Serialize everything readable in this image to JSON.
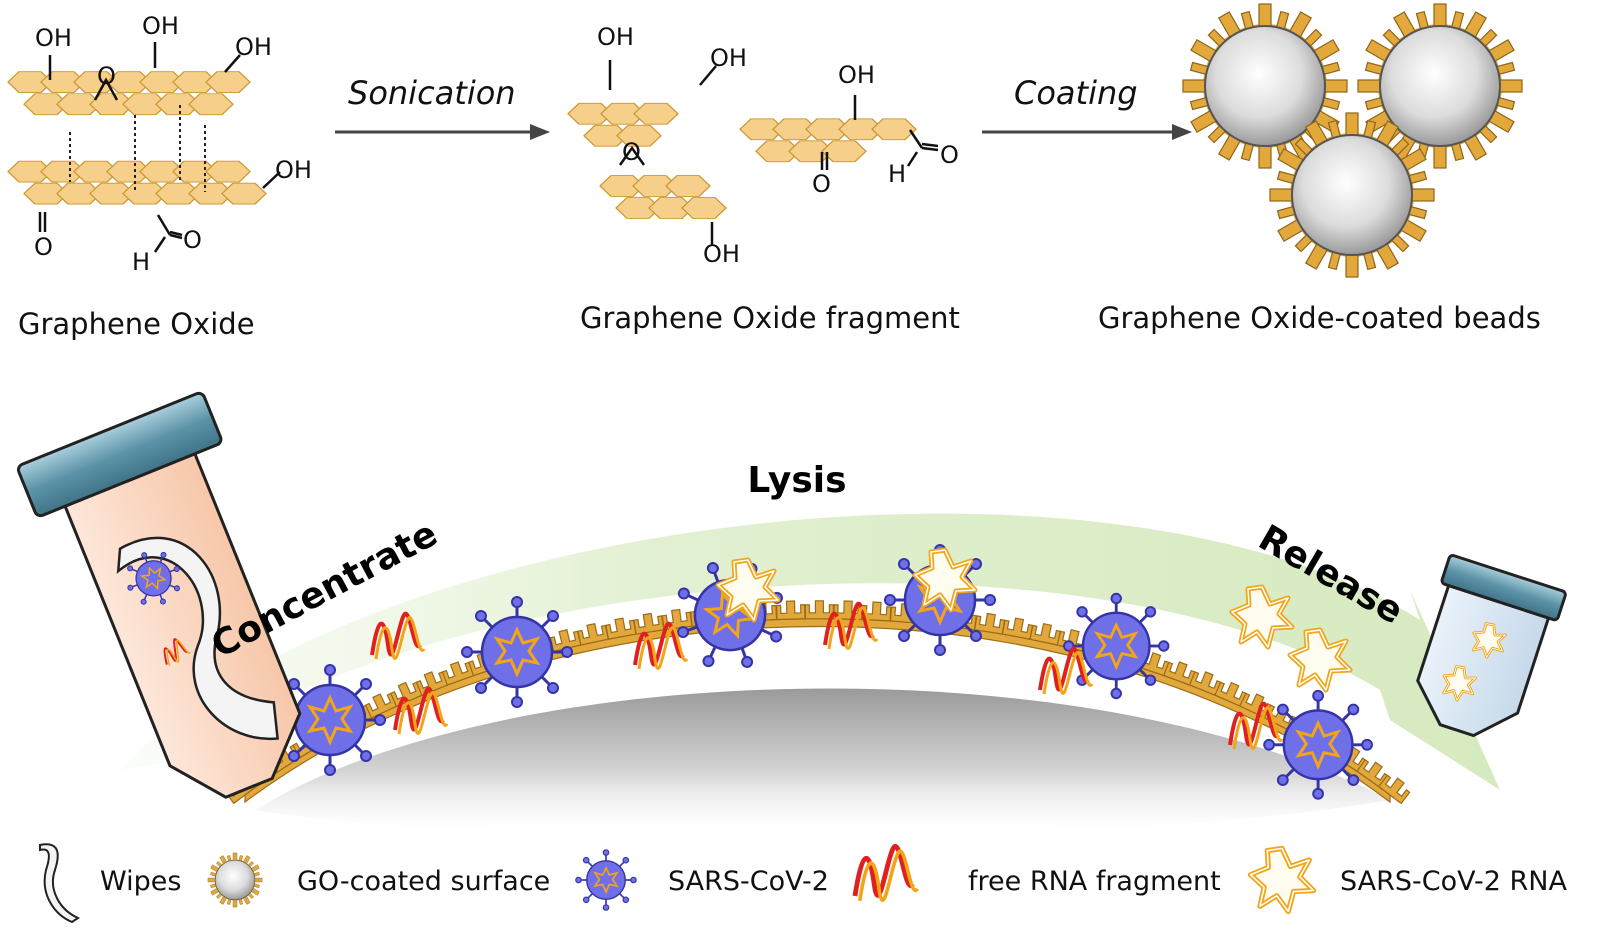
{
  "top_row": {
    "graphene_oxide_label": "Graphene Oxide",
    "fragment_label": "Graphene Oxide fragment",
    "beads_label": "Graphene Oxide-coated beads",
    "step1_label": "Sonication",
    "step2_label": "Coating",
    "chem": {
      "oh": "OH",
      "o": "O",
      "h": "H"
    }
  },
  "process": {
    "concentrate": "Concentrate",
    "lysis": "Lysis",
    "release": "Release"
  },
  "legend": {
    "items": [
      {
        "label": "Wipes",
        "icon": "wipe-icon"
      },
      {
        "label": "GO-coated surface",
        "icon": "go-bead-icon"
      },
      {
        "label": "SARS-CoV-2",
        "icon": "virus-icon"
      },
      {
        "label": "free RNA fragment",
        "icon": "rna-fragment-icon"
      },
      {
        "label": "SARS-CoV-2 RNA",
        "icon": "viral-rna-icon"
      }
    ]
  },
  "colors": {
    "graphene": "#f6cf8a",
    "graphene_edge": "#c9962e",
    "coating": "#e2a83c",
    "virus": "#6f6fe8",
    "virus_edge": "#3434a6",
    "rna_red": "#e02020",
    "rna_orange": "#f2a518",
    "flow_arrow": "#d8ecc0",
    "tube_cap": "#6fa3b7",
    "tube_body": "#fbd9c4"
  }
}
